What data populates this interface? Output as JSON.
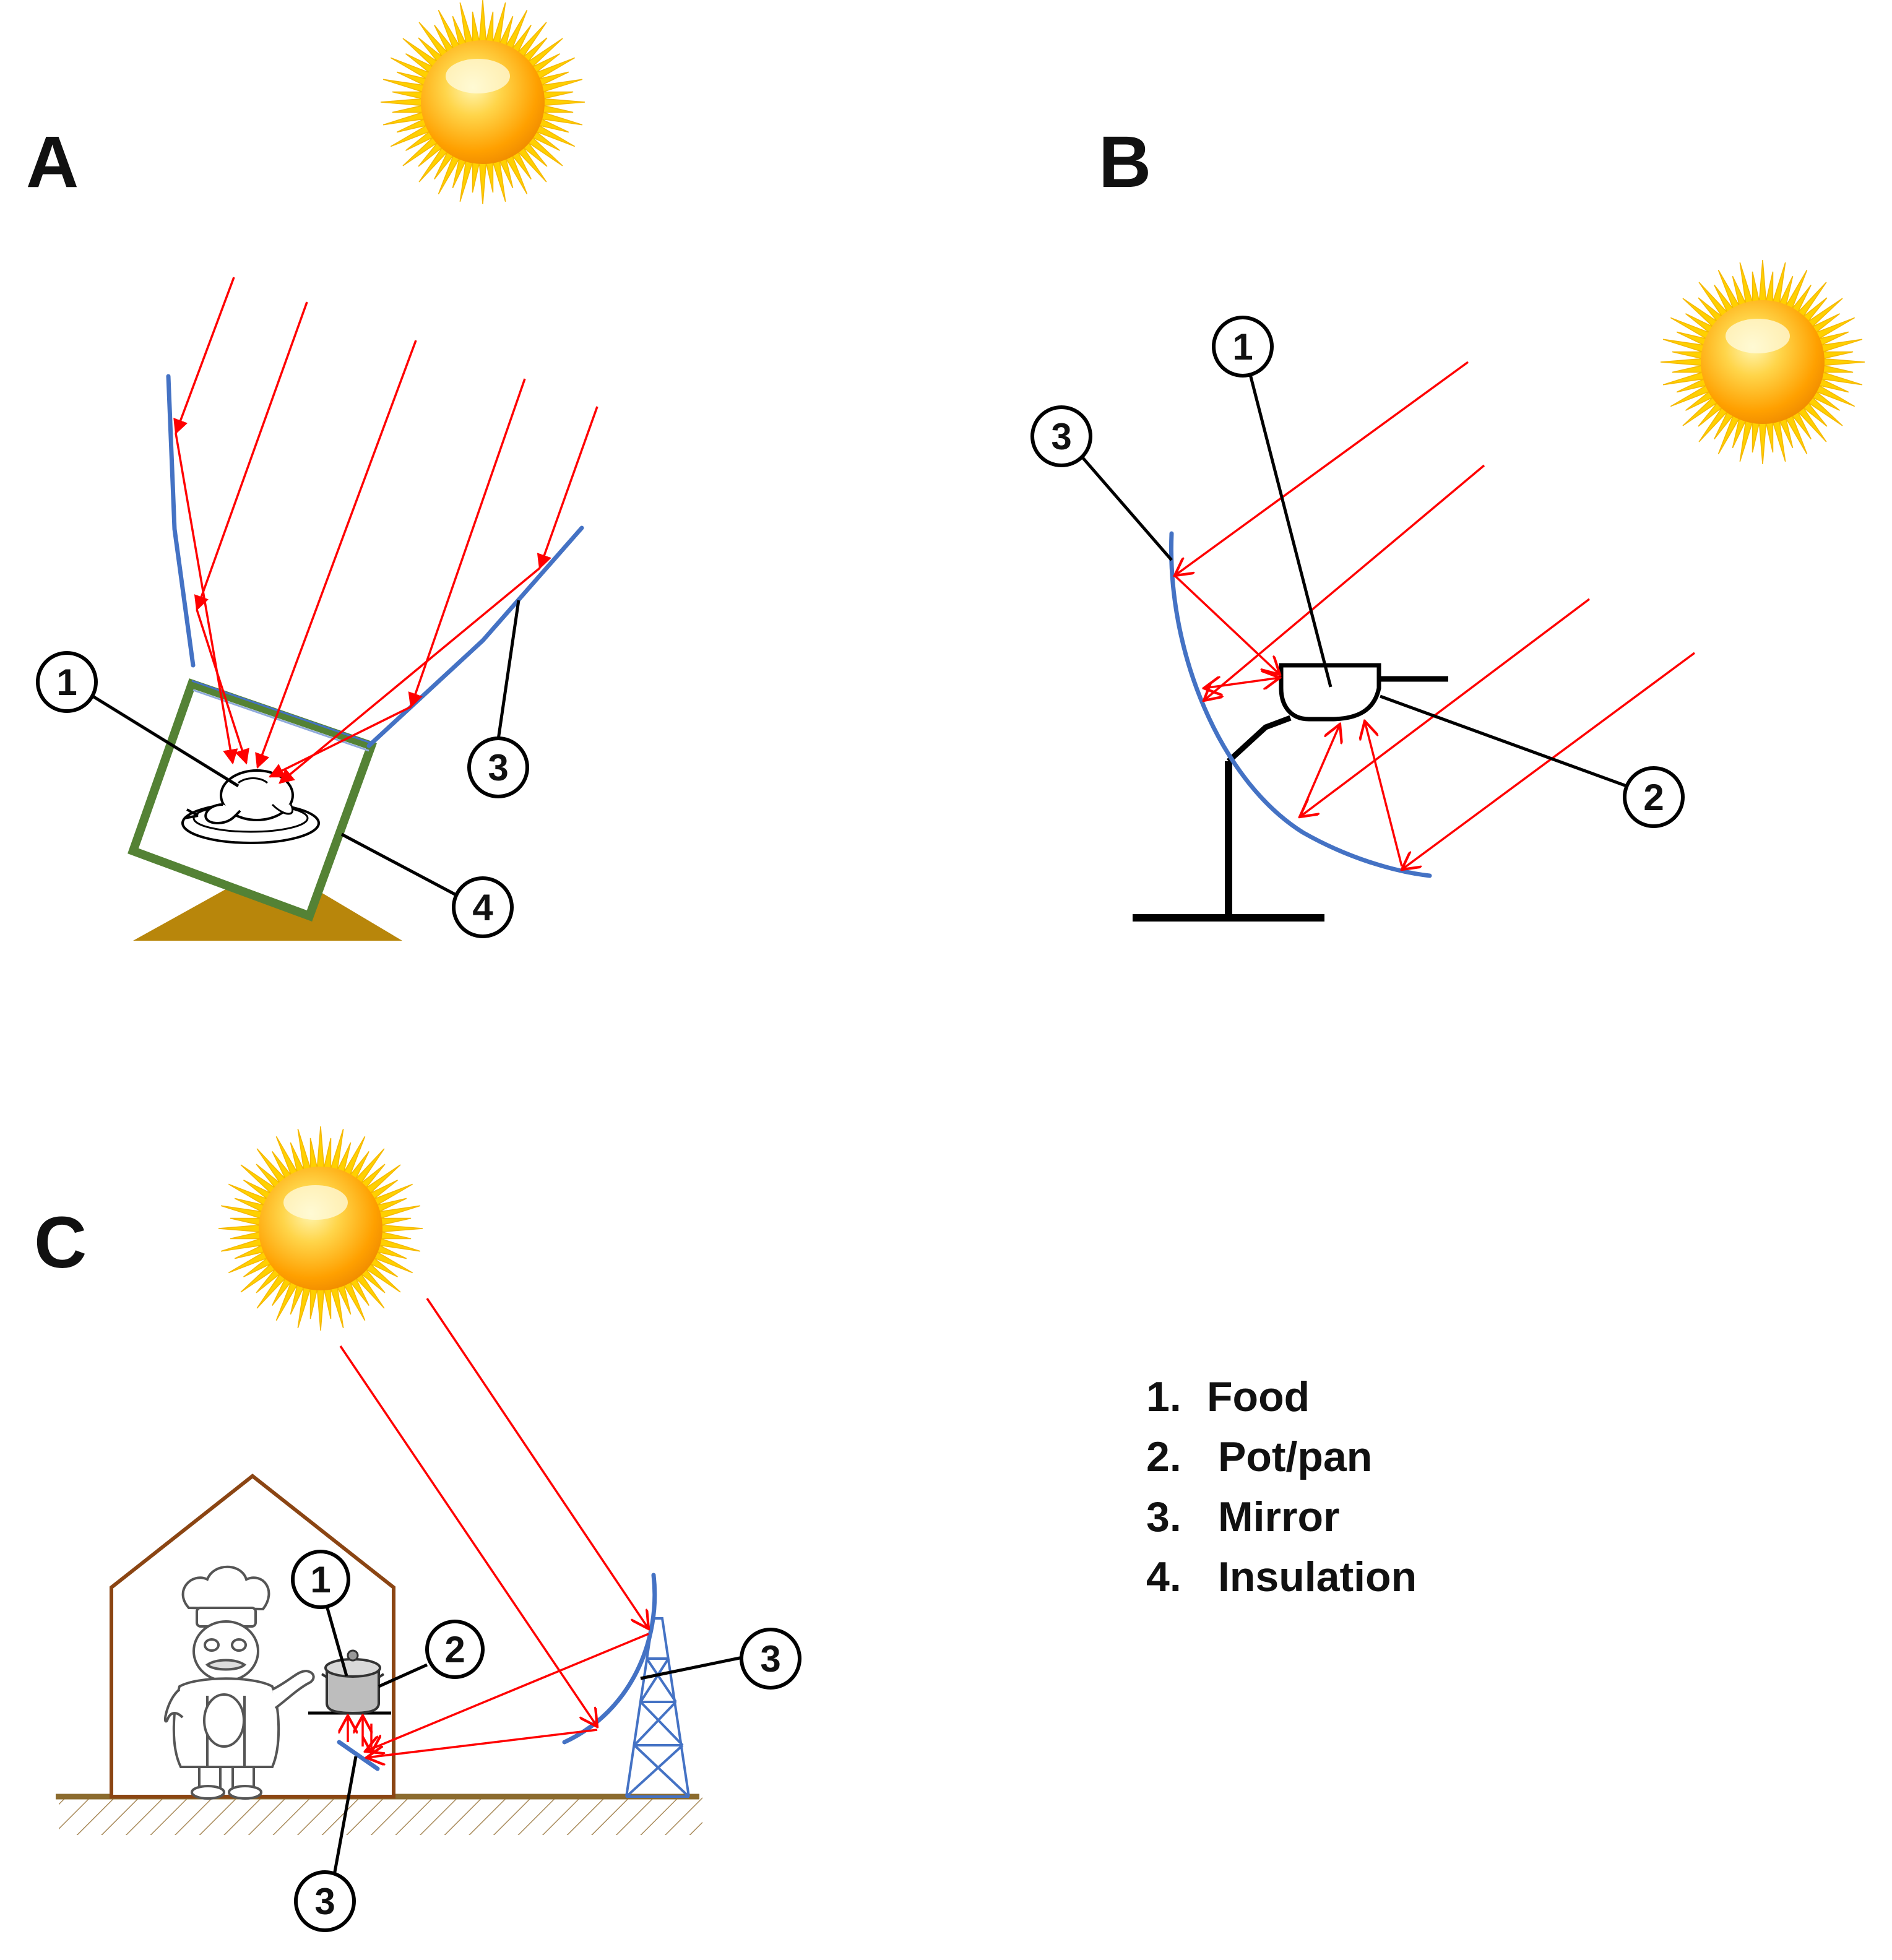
{
  "panels": {
    "a": {
      "letter": "A",
      "callouts": {
        "food": "1",
        "mirror": "3",
        "insulation": "4"
      }
    },
    "b": {
      "letter": "B",
      "callouts": {
        "food": "1",
        "pot": "2",
        "mirror": "3"
      }
    },
    "c": {
      "letter": "C",
      "callouts": {
        "food": "1",
        "pot": "2",
        "mirror_large": "3",
        "mirror_small": "3"
      }
    }
  },
  "legend": {
    "items": [
      {
        "num": "1.",
        "label": "Food"
      },
      {
        "num": "2.",
        "label": "Pot/pan"
      },
      {
        "num": "3.",
        "label": "Mirror"
      },
      {
        "num": "4.",
        "label": "Insulation"
      }
    ]
  },
  "colors": {
    "ray": "#ff0000",
    "mirror": "#4472c4",
    "insulation": "#548235",
    "base": "#b8860b",
    "house": "#8b4513",
    "sun_core": "#ffb300",
    "sun_ray": "#ffd000"
  }
}
